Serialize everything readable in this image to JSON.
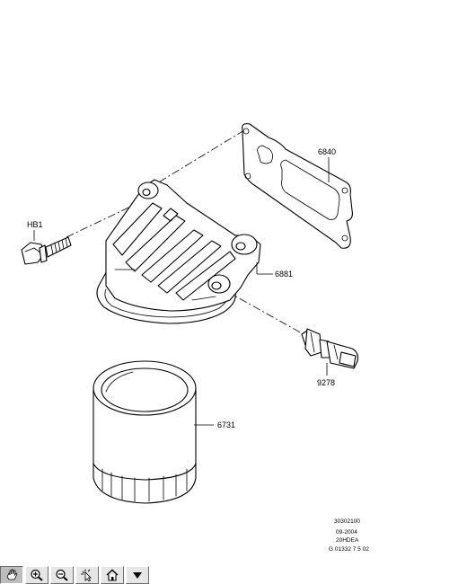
{
  "parts": {
    "bolt": "HB1",
    "gasket": "6840",
    "adapter": "6881",
    "sensor": "9278",
    "filter": "6731"
  },
  "footer": {
    "line1": "30302100",
    "line2": "09-2004",
    "line3": "20HDEA",
    "line4": "G 01332 7 5 02"
  },
  "toolbar": {
    "buttons": [
      {
        "icon": "pan-hand-icon",
        "label": "pan",
        "pressed": true
      },
      {
        "icon": "zoom-in-icon",
        "label": "zoom in"
      },
      {
        "icon": "zoom-out-icon",
        "label": "zoom out"
      },
      {
        "icon": "select-pointer-icon",
        "label": "select"
      },
      {
        "icon": "home-icon",
        "label": "home"
      },
      {
        "icon": "dropdown-arrow-icon",
        "label": "menu"
      }
    ]
  }
}
